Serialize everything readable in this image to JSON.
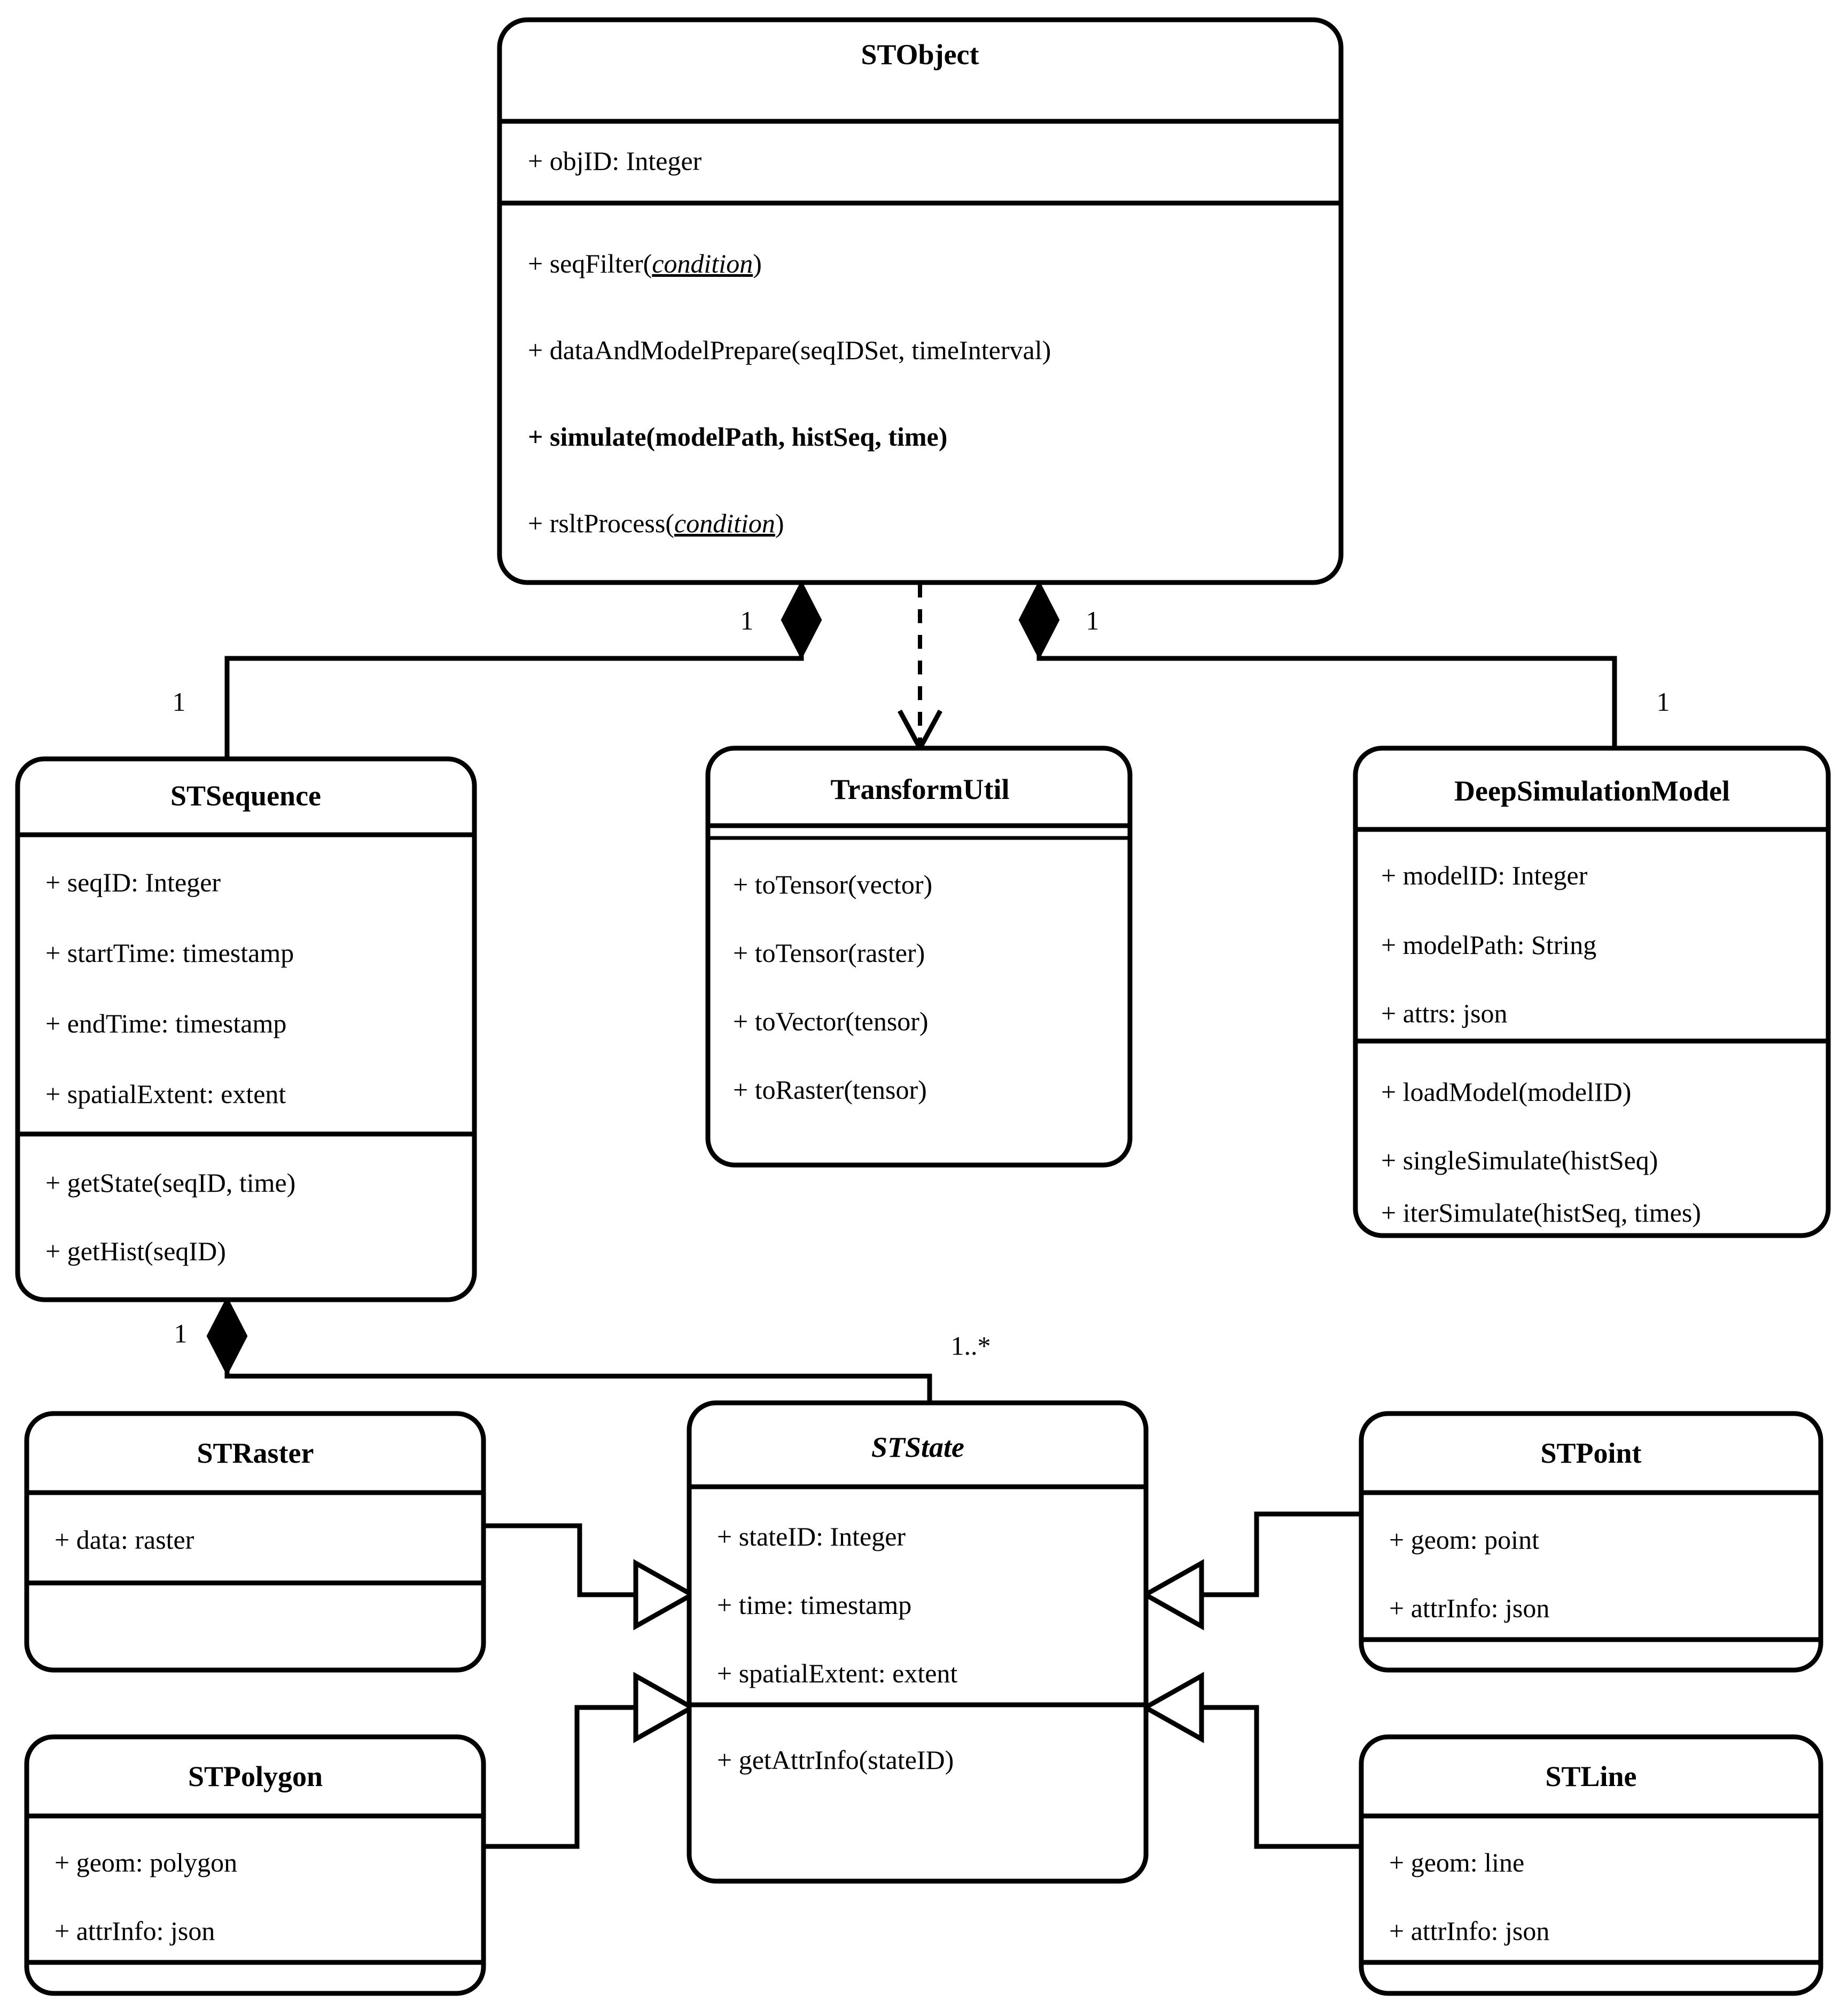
{
  "diagram": {
    "type": "uml-class-diagram",
    "background": "#ffffff",
    "stroke": "#000000"
  },
  "classes": {
    "stobject": {
      "name": "STObject",
      "abstract": false,
      "attributes": [
        "+ objID: Integer"
      ],
      "methods": [
        {
          "prefix": "+ seqFilter(",
          "emph": "condition",
          "suffix": ")",
          "bold": false
        },
        {
          "prefix": "+ dataAndModelPrepare(seqIDSet, timeInterval)",
          "emph": "",
          "suffix": "",
          "bold": false
        },
        {
          "prefix": "+ simulate(modelPath, histSeq, time)",
          "emph": "",
          "suffix": "",
          "bold": true
        },
        {
          "prefix": "+ rsltProcess(",
          "emph": "condition",
          "suffix": ")",
          "bold": false
        }
      ]
    },
    "stsequence": {
      "name": "STSequence",
      "abstract": false,
      "attributes": [
        "+ seqID: Integer",
        "+ startTime: timestamp",
        "+ endTime: timestamp",
        "+ spatialExtent: extent"
      ],
      "methods": [
        {
          "prefix": "+ getState(seqID, time)",
          "emph": "",
          "suffix": "",
          "bold": false
        },
        {
          "prefix": "+ getHist(seqID)",
          "emph": "",
          "suffix": "",
          "bold": false
        }
      ]
    },
    "transformutil": {
      "name": "TransformUtil",
      "abstract": false,
      "attributes": [],
      "methods": [
        {
          "prefix": "+ toTensor(vector)",
          "emph": "",
          "suffix": "",
          "bold": false
        },
        {
          "prefix": "+ toTensor(raster)",
          "emph": "",
          "suffix": "",
          "bold": false
        },
        {
          "prefix": "+ toVector(tensor)",
          "emph": "",
          "suffix": "",
          "bold": false
        },
        {
          "prefix": "+ toRaster(tensor)",
          "emph": "",
          "suffix": "",
          "bold": false
        }
      ]
    },
    "deepsimulationmodel": {
      "name": "DeepSimulationModel",
      "abstract": false,
      "attributes": [
        "+ modelID: Integer",
        "+ modelPath: String",
        "+ attrs: json"
      ],
      "methods": [
        {
          "prefix": "+ loadModel(modelID)",
          "emph": "",
          "suffix": "",
          "bold": false
        },
        {
          "prefix": "+ singleSimulate(histSeq)",
          "emph": "",
          "suffix": "",
          "bold": false
        },
        {
          "prefix": "+ iterSimulate(histSeq, times)",
          "emph": "",
          "suffix": "",
          "bold": false
        }
      ]
    },
    "ststate": {
      "name": "STState",
      "abstract": true,
      "attributes": [
        "+ stateID: Integer",
        "+ time: timestamp",
        "+ spatialExtent: extent"
      ],
      "methods": [
        {
          "prefix": "+ getAttrInfo(stateID)",
          "emph": "",
          "suffix": "",
          "bold": false
        }
      ]
    },
    "straster": {
      "name": "STRaster",
      "abstract": false,
      "attributes": [
        "+ data: raster"
      ],
      "methods": []
    },
    "stpolygon": {
      "name": "STPolygon",
      "abstract": false,
      "attributes": [
        "+ geom: polygon",
        "+ attrInfo: json"
      ],
      "methods": []
    },
    "stpoint": {
      "name": "STPoint",
      "abstract": false,
      "attributes": [
        "+ geom: point",
        "+ attrInfo: json"
      ],
      "methods": []
    },
    "stline": {
      "name": "STLine",
      "abstract": false,
      "attributes": [
        "+ geom: line",
        "+ attrInfo: json"
      ],
      "methods": []
    }
  },
  "relationships": {
    "stobject_stsequence": {
      "kind": "composition",
      "source_mult": "1",
      "target_mult": "1"
    },
    "stobject_deepsimulationmodel": {
      "kind": "composition",
      "source_mult": "1",
      "target_mult": "1"
    },
    "stobject_transformutil": {
      "kind": "dependency",
      "source_mult": "",
      "target_mult": ""
    },
    "stsequence_ststate": {
      "kind": "composition",
      "source_mult": "1",
      "target_mult": "1..*"
    },
    "straster_ststate": {
      "kind": "generalization"
    },
    "stpolygon_ststate": {
      "kind": "generalization"
    },
    "stpoint_ststate": {
      "kind": "generalization"
    },
    "stline_ststate": {
      "kind": "generalization"
    }
  },
  "multiplicity_labels": {
    "seq_left_top": "1",
    "seq_left_lower": "1",
    "model_right_top": "1",
    "model_right_lower": "1",
    "state_source": "1",
    "state_target": "1..*"
  }
}
